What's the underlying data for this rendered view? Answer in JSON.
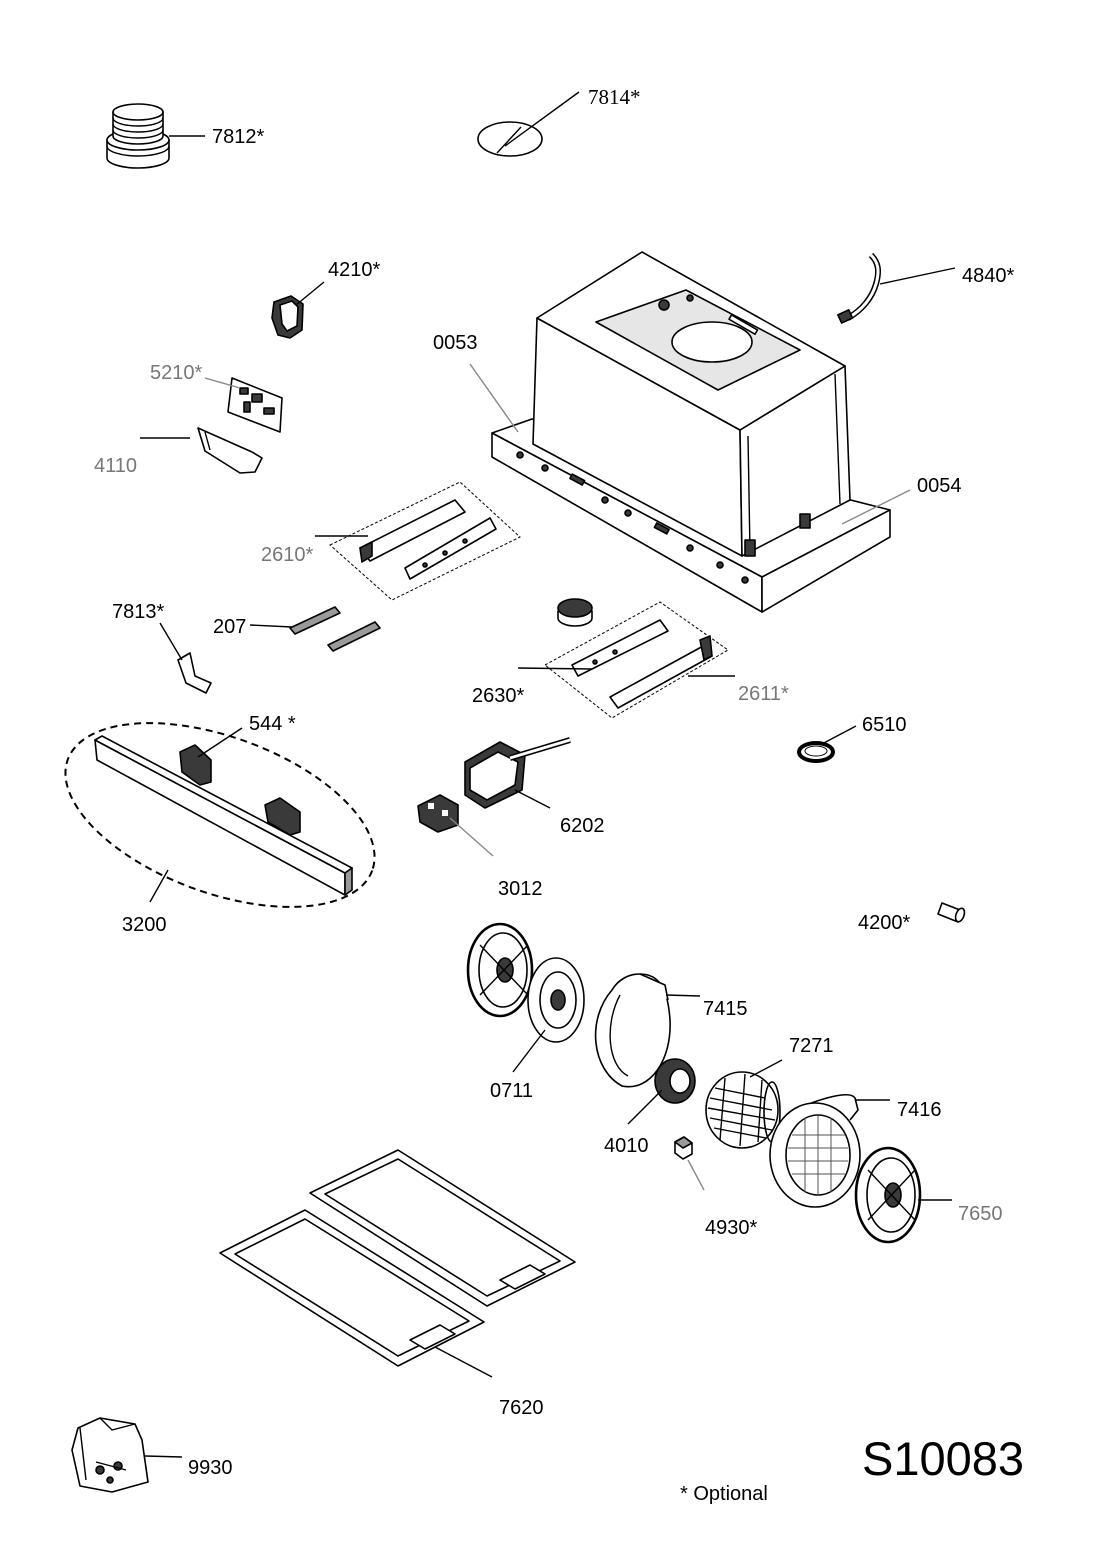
{
  "diagram": {
    "drawing_number": "S10083",
    "footnote": "* Optional"
  },
  "labels": {
    "p7812": "7812*",
    "p7814": "7814*",
    "p4210": "4210*",
    "p4840": "4840*",
    "p0053": "0053",
    "p5210": "5210*",
    "p4110": "4110",
    "p0054": "0054",
    "p2610": "2610*",
    "p7813": "7813*",
    "p207": "207",
    "p2630": "2630*",
    "p2611": "2611*",
    "p544": "544 *",
    "p6510": "6510",
    "p6202": "6202",
    "p3012": "3012",
    "p3200": "3200",
    "p4200": "4200*",
    "p7415": "7415",
    "p7271": "7271",
    "p0711": "0711",
    "p7416": "7416",
    "p4010": "4010",
    "p4930": "4930*",
    "p7650": "7650",
    "p7620": "7620",
    "p9930": "9930"
  },
  "colors": {
    "ink": "#000000",
    "muted_label": "#777777",
    "background": "#ffffff"
  }
}
